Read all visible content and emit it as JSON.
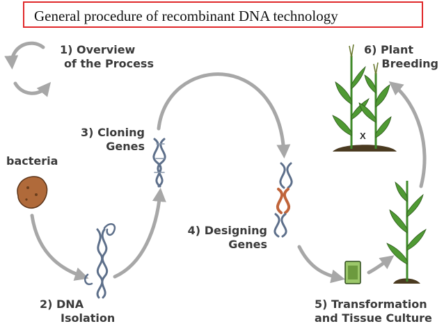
{
  "header": {
    "title": "General procedure of recombinant DNA technology"
  },
  "steps": {
    "overview": {
      "line1": "1) Overview",
      "line2": "of the Process"
    },
    "dna_isolation": {
      "line1": "2) DNA",
      "line2": "Isolation"
    },
    "cloning": {
      "line1": "3) Cloning",
      "line2": "Genes"
    },
    "designing": {
      "line1": "4) Designing",
      "line2": "Genes"
    },
    "transformation": {
      "line1": "5) Transformation",
      "line2": "and Tissue Culture"
    },
    "plant_breeding": {
      "line1": "6) Plant",
      "line2": "Breeding"
    }
  },
  "bacteria_label": "bacteria",
  "cross_symbol": "X",
  "colors": {
    "arrow": "#a7a7a7",
    "title_border": "#e0282a",
    "dna": "#5d6f8a",
    "plant": "#3f8a2a",
    "soil": "#4a3a20",
    "bacteria": "#b06a3a"
  }
}
